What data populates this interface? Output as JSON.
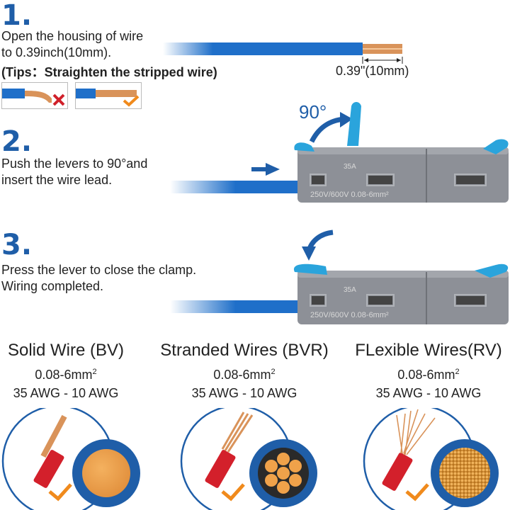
{
  "steps": [
    {
      "number": "1.",
      "lines": [
        "Open the housing of wire",
        "to 0.39inch(10mm)."
      ],
      "tip": "(Tips：Straighten the stripped wire)",
      "measure": "0.39\"(10mm)"
    },
    {
      "number": "2.",
      "lines": [
        "Push the levers to 90°and",
        "insert the wire lead."
      ],
      "angle": "90°"
    },
    {
      "number": "3.",
      "lines": [
        "Press the lever to close the clamp.",
        "Wiring completed."
      ]
    }
  ],
  "connector": {
    "rating": "35A",
    "spec": "250V/600V  0.08-6mm²"
  },
  "wires": [
    {
      "title": "Solid Wire (BV)",
      "size": "0.08-6mm",
      "sup": "2",
      "awg": "35 AWG - 10 AWG"
    },
    {
      "title": "Stranded Wires (BVR)",
      "size": "0.08-6mm",
      "sup": "2",
      "awg": "35 AWG - 10 AWG"
    },
    {
      "title": "FLexible Wires(RV)",
      "size": "0.08-6mm",
      "sup": "2",
      "awg": "35 AWG - 10 AWG"
    }
  ],
  "colors": {
    "accent_blue": "#1f5ea8",
    "wire_blue": "#1f6fc9",
    "copper": "#d9935a",
    "lever": "#2aa4dc",
    "housing": "#8d9097",
    "check": "#f08a1c",
    "cross": "#d0202a",
    "insulation_red": "#d3202b"
  },
  "icons": [
    "cross-icon",
    "check-icon",
    "arrow-icon"
  ]
}
